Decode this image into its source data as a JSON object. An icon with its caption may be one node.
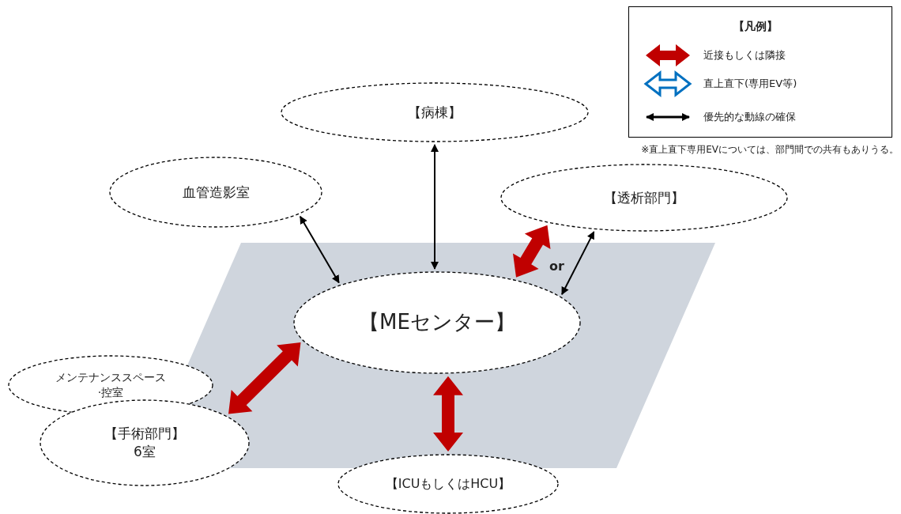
{
  "diagram": {
    "nodes": [
      {
        "text": [
          "【病棟】"
        ]
      },
      {
        "text": [
          "血管造影室"
        ]
      },
      {
        "text": [
          "【透析部門】"
        ]
      },
      {
        "text": [
          "【MEセンター】"
        ]
      },
      {
        "text": [
          "メンテナンススペース ·控室"
        ]
      },
      {
        "text": [
          "【手術部門】 6室"
        ]
      },
      {
        "text": [
          "【ICUもしくはHCU】"
        ]
      }
    ],
    "edges": [
      {
        "from": 0,
        "to": 3,
        "arrow": "both"
      },
      {
        "from": 1,
        "to": 3,
        "arrow": "both"
      },
      {
        "from": 2,
        "to": 3,
        "arrow": "both",
        "style": "thick",
        "color": "#c00000"
      },
      {
        "from": 2,
        "to": 3,
        "arrow": "both"
      },
      {
        "from": 3,
        "to": 5,
        "arrow": "both",
        "style": "thick",
        "color": "#c00000"
      },
      {
        "from": 3,
        "to": 6,
        "arrow": "both",
        "style": "thick",
        "color": "#c00000"
      }
    ],
    "labels": [
      "【凡例】",
      "※直上直下専用EVについては、部門間での共有もありうる。",
      "or"
    ],
    "legend": [
      {
        "text": "近接もしくは隣接"
      },
      {
        "text": "直上直下(専用EV等)"
      },
      {
        "text": "優先的な動線の確保"
      }
    ]
  }
}
